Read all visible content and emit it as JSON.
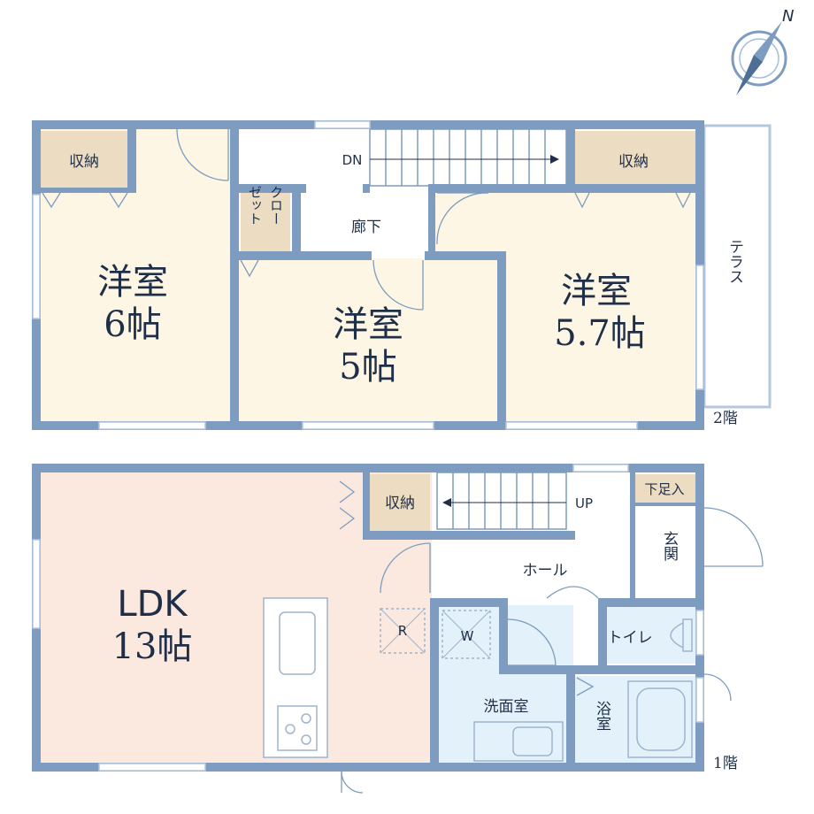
{
  "compass": {
    "label": "N"
  },
  "floor2": {
    "label": "2階",
    "rooms": {
      "west_name": "洋室",
      "west_size": "6帖",
      "center_name": "洋室",
      "center_size": "5帖",
      "east_name": "洋室",
      "east_size": "5.7帖",
      "west_storage": "収納",
      "east_storage": "収納",
      "closet": [
        "クロー",
        "ゼット"
      ],
      "hall": "廊下",
      "stairs": "DN",
      "terrace": "テラス"
    }
  },
  "floor1": {
    "label": "1階",
    "rooms": {
      "ldk_name": "LDK",
      "ldk_size": "13帖",
      "storage": "収納",
      "stairs": "UP",
      "hall": "ホール",
      "shoe_storage": "下足入",
      "entrance": "玄関",
      "toilet": "トイレ",
      "washroom": "洗面室",
      "bath": "浴室",
      "washer": "W",
      "fridge": "R"
    }
  },
  "colors": {
    "wall": "#7d9cc0",
    "room_cream": "#fdf6e4",
    "ldk_pink": "#fbe8df",
    "storage_tan": "#ebdcc2",
    "water_blue": "#e3f1fb",
    "text": "#1f2f48"
  }
}
